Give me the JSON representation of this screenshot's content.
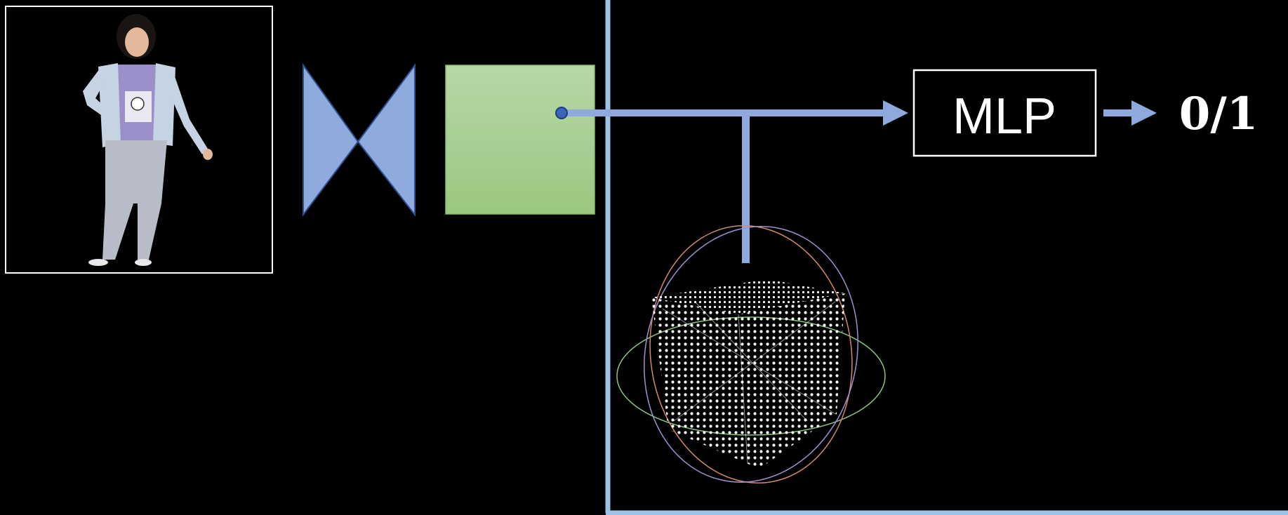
{
  "mlp": {
    "label": "MLP"
  },
  "output": {
    "label": "0/1"
  },
  "colors": {
    "background": "#000000",
    "arrow": "#8fa9dc",
    "encoder": "#8faadc",
    "encoder_border": "#2f4f8f",
    "feature_map_top": "#b7d7a8",
    "feature_map_bottom": "#9bc77f",
    "query_point": "#3b66b5",
    "panel_border": "#9dc3e6",
    "box_border": "#ffffff",
    "sphere_rings": [
      "#d08a6e",
      "#7aa9d4",
      "#8fc47e",
      "#a08fd0"
    ]
  },
  "icons": {
    "person": "person-photo",
    "encoder": "encoder-decoder-icon",
    "grid": "point-grid-cube-icon"
  }
}
